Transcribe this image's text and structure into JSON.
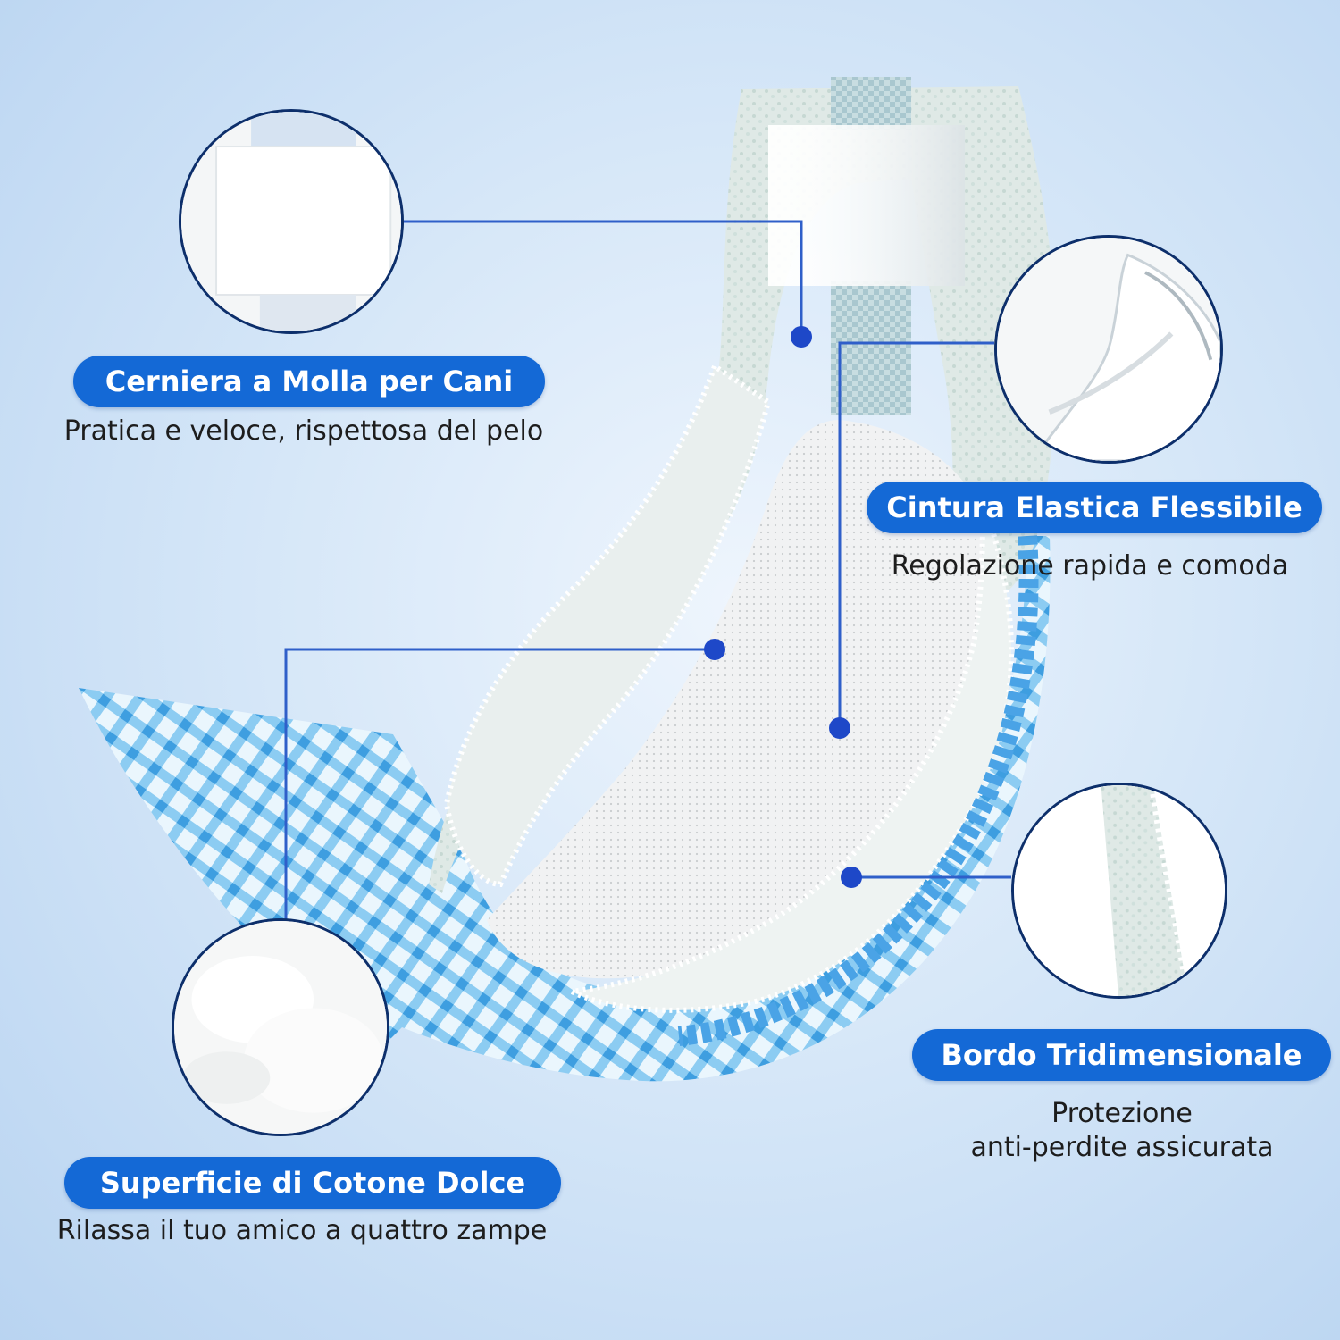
{
  "features": [
    {
      "title": "Cerniera a Molla per Cani",
      "description": "Pratica e veloce, rispettosa del pelo"
    },
    {
      "title": "Cintura Elastica Flessibile",
      "description": "Regolazione rapida e comoda"
    },
    {
      "title": "Superficie di Cotone Dolce",
      "description": "Rilassa il tuo amico a quattro zampe"
    },
    {
      "title": "Bordo Tridimensionale",
      "description_line1": "Protezione",
      "description_line2": "anti-perdite assicurata"
    }
  ],
  "colors": {
    "pill": "#1469d6",
    "connector": "#2f5fc9",
    "dot": "#1e48c8",
    "circle_border": "#0d2f6b",
    "pattern_blue": "#7cc4f0",
    "background": "#cfe2f6"
  }
}
